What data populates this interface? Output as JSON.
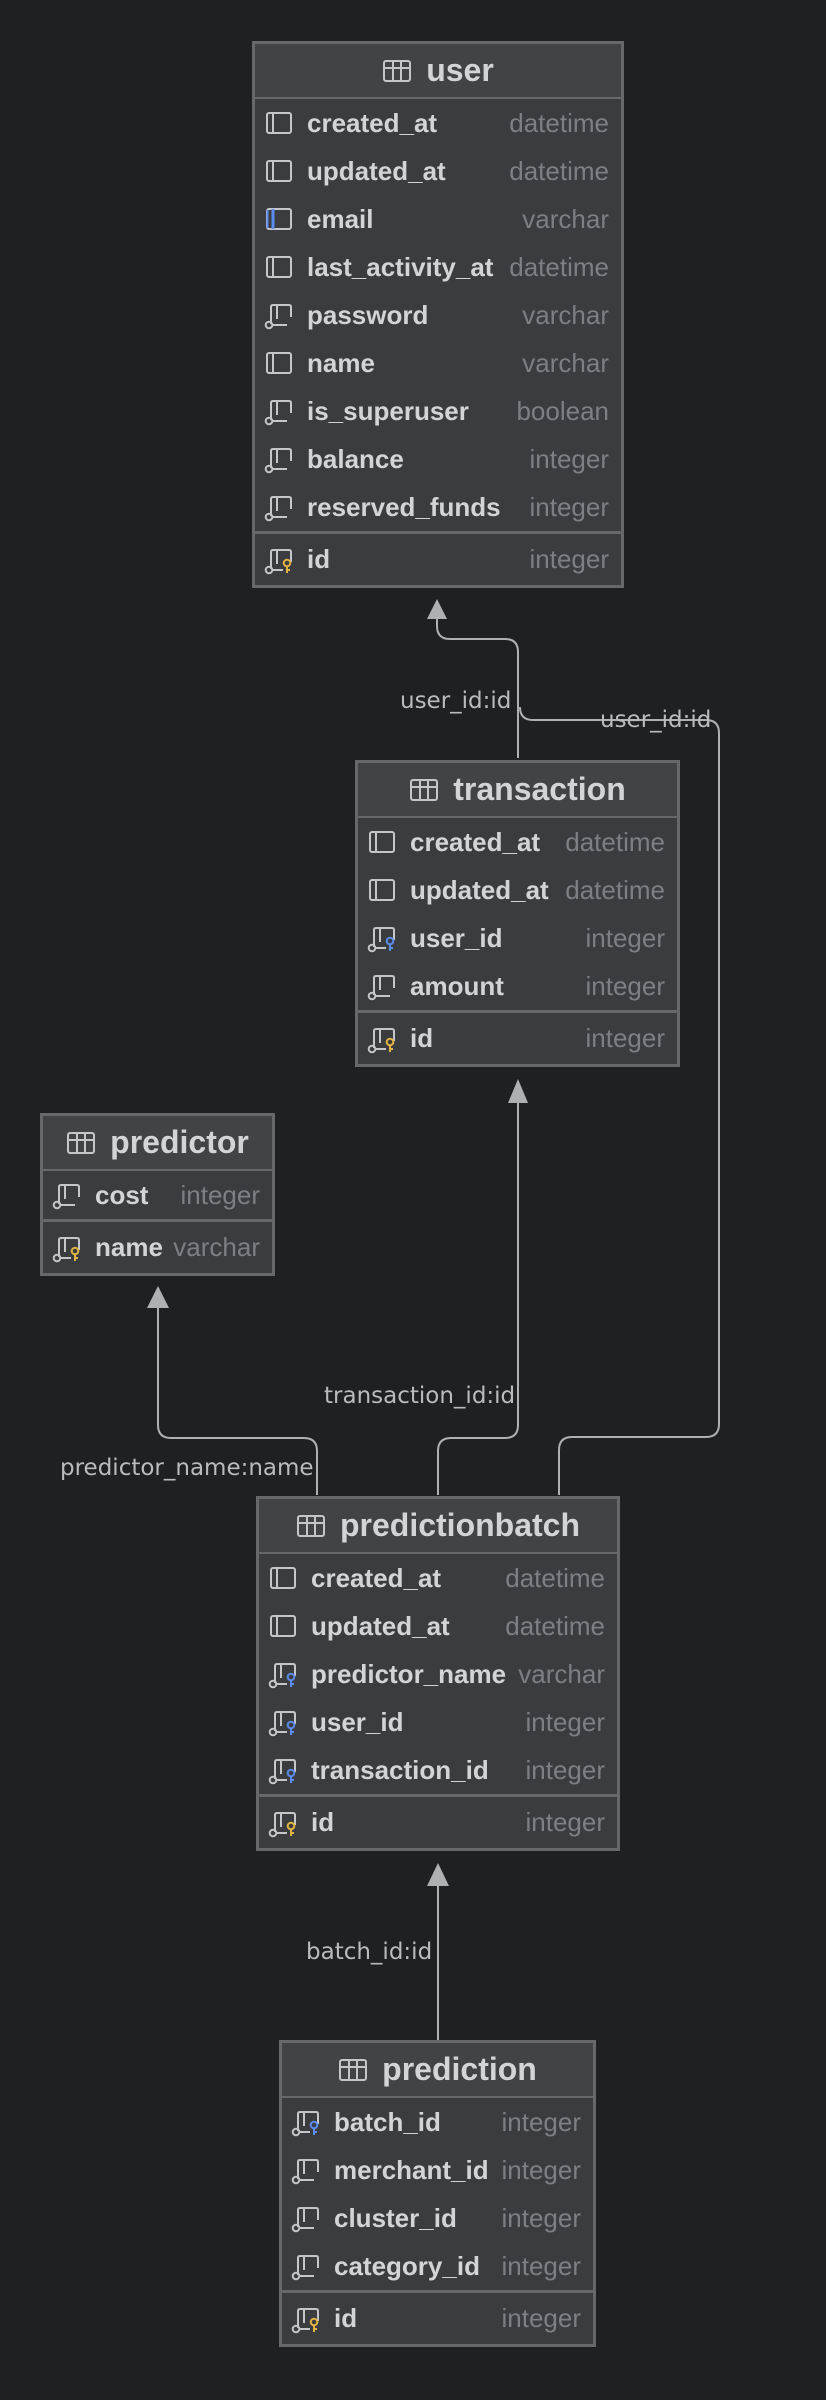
{
  "entities": {
    "user": {
      "name": "user",
      "fields": [
        {
          "name": "created_at",
          "type": "datetime",
          "icon": "column-icon"
        },
        {
          "name": "updated_at",
          "type": "datetime",
          "icon": "column-icon"
        },
        {
          "name": "email",
          "type": "varchar",
          "icon": "unique-column-icon"
        },
        {
          "name": "last_activity_at",
          "type": "datetime",
          "icon": "column-icon"
        },
        {
          "name": "password",
          "type": "varchar",
          "icon": "not-null-column-icon"
        },
        {
          "name": "name",
          "type": "varchar",
          "icon": "column-icon"
        },
        {
          "name": "is_superuser",
          "type": "boolean",
          "icon": "not-null-column-icon"
        },
        {
          "name": "balance",
          "type": "integer",
          "icon": "not-null-column-icon"
        },
        {
          "name": "reserved_funds",
          "type": "integer",
          "icon": "not-null-column-icon"
        }
      ],
      "pk": {
        "name": "id",
        "type": "integer",
        "icon": "primary-key-icon"
      }
    },
    "transaction": {
      "name": "transaction",
      "fields": [
        {
          "name": "created_at",
          "type": "datetime",
          "icon": "column-icon"
        },
        {
          "name": "updated_at",
          "type": "datetime",
          "icon": "column-icon"
        },
        {
          "name": "user_id",
          "type": "integer",
          "icon": "foreign-key-icon"
        },
        {
          "name": "amount",
          "type": "integer",
          "icon": "not-null-column-icon"
        }
      ],
      "pk": {
        "name": "id",
        "type": "integer",
        "icon": "primary-key-icon"
      }
    },
    "predictor": {
      "name": "predictor",
      "fields": [
        {
          "name": "cost",
          "type": "integer",
          "icon": "not-null-column-icon"
        }
      ],
      "pk": {
        "name": "name",
        "type": "varchar",
        "icon": "primary-key-icon"
      }
    },
    "predictionbatch": {
      "name": "predictionbatch",
      "fields": [
        {
          "name": "created_at",
          "type": "datetime",
          "icon": "column-icon"
        },
        {
          "name": "updated_at",
          "type": "datetime",
          "icon": "column-icon"
        },
        {
          "name": "predictor_name",
          "type": "varchar",
          "icon": "foreign-key-icon"
        },
        {
          "name": "user_id",
          "type": "integer",
          "icon": "foreign-key-icon"
        },
        {
          "name": "transaction_id",
          "type": "integer",
          "icon": "foreign-key-icon"
        }
      ],
      "pk": {
        "name": "id",
        "type": "integer",
        "icon": "primary-key-icon"
      }
    },
    "prediction": {
      "name": "prediction",
      "fields": [
        {
          "name": "batch_id",
          "type": "integer",
          "icon": "foreign-key-icon"
        },
        {
          "name": "merchant_id",
          "type": "integer",
          "icon": "not-null-column-icon"
        },
        {
          "name": "cluster_id",
          "type": "integer",
          "icon": "not-null-column-icon"
        },
        {
          "name": "category_id",
          "type": "integer",
          "icon": "not-null-column-icon"
        }
      ],
      "pk": {
        "name": "id",
        "type": "integer",
        "icon": "primary-key-icon"
      }
    }
  },
  "relations": [
    {
      "label": "user_id:id",
      "from": "transaction",
      "to": "user"
    },
    {
      "label": "user_id:id",
      "from": "predictionbatch",
      "to": "user"
    },
    {
      "label": "transaction_id:id",
      "from": "predictionbatch",
      "to": "transaction"
    },
    {
      "label": "predictor_name:name",
      "from": "predictionbatch",
      "to": "predictor"
    },
    {
      "label": "batch_id:id",
      "from": "prediction",
      "to": "predictionbatch"
    }
  ],
  "colors": {
    "background": "#1f2023",
    "header": "#424346",
    "body": "#3a3c3f",
    "border": "#66686b",
    "text": "#d2d4d8",
    "type_text": "#7c7f84",
    "connector": "#aeb0b4",
    "primary_key": "#e3b341",
    "foreign_key": "#5b8def"
  }
}
